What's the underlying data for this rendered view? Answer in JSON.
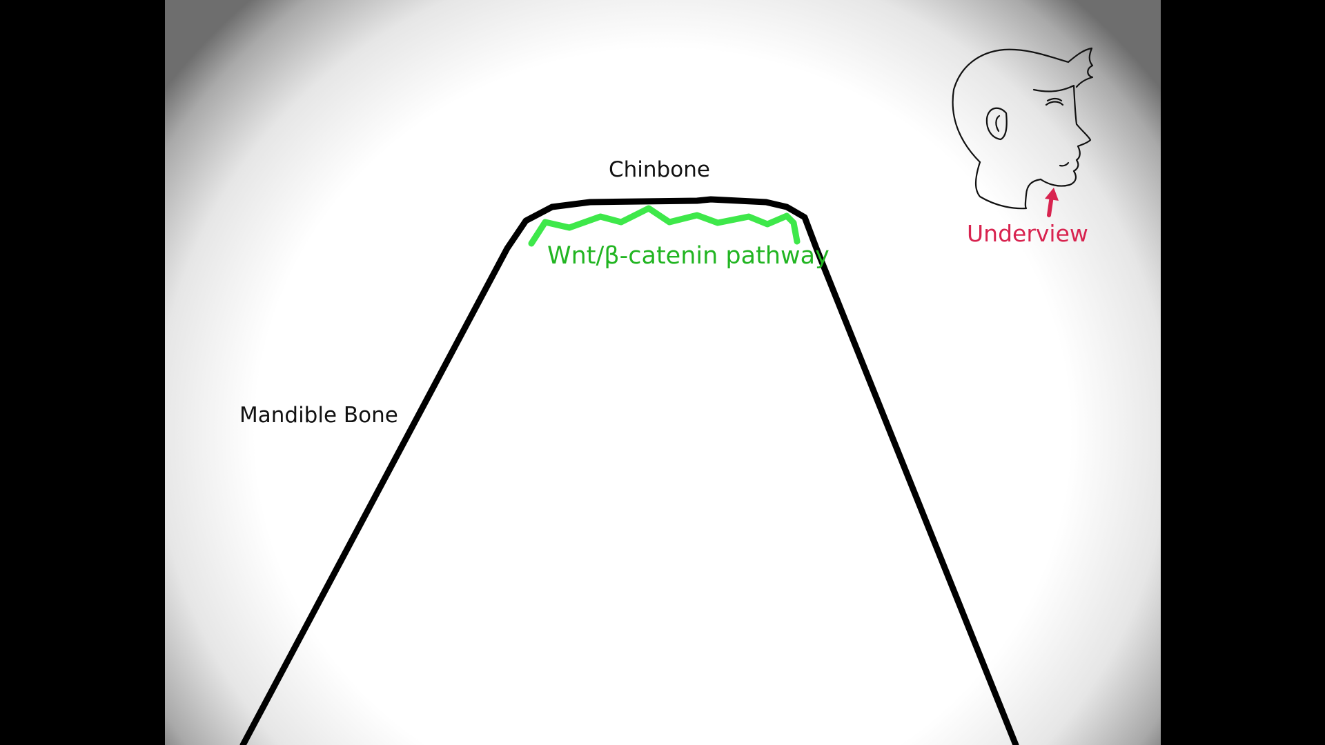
{
  "labels": {
    "chinbone": "Chinbone",
    "mandible": "Mandible Bone",
    "pathway": "Wnt/β-catenin pathway",
    "underview": "Underview"
  },
  "colors": {
    "outline": "#000000",
    "pathway": "#22b522",
    "pathway_line": "#3ee84a",
    "underview": "#d8234f"
  },
  "icons": {
    "head": "head-profile-icon",
    "arrow": "arrow-up-icon"
  }
}
